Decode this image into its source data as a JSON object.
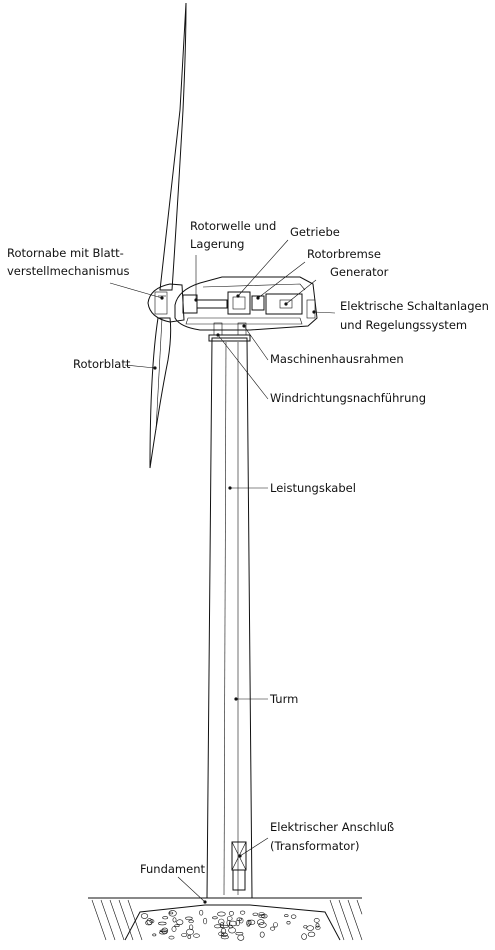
{
  "labels": {
    "rotornabe_1": "Rotornabe mit Blatt-",
    "rotornabe_2": "verstellmechanismus",
    "rotorwelle_1": "Rotorwelle und",
    "rotorwelle_2": "Lagerung",
    "getriebe": "Getriebe",
    "rotorbremse": "Rotorbremse",
    "generator": "Generator",
    "schalt_1": "Elektrische Schaltanlagen",
    "schalt_2": "und Regelungssystem",
    "rotorblatt": "Rotorblatt",
    "maschinenhaus": "Maschinenhausrahmen",
    "windrichtung": "Windrichtungsnachführung",
    "kabel": "Leistungskabel",
    "turm": "Turm",
    "anschluss_1": "Elektrischer Anschluß",
    "anschluss_2": "(Transformator)",
    "fundament": "Fundament"
  },
  "colors": {
    "line": "#111111",
    "background": "#ffffff"
  }
}
